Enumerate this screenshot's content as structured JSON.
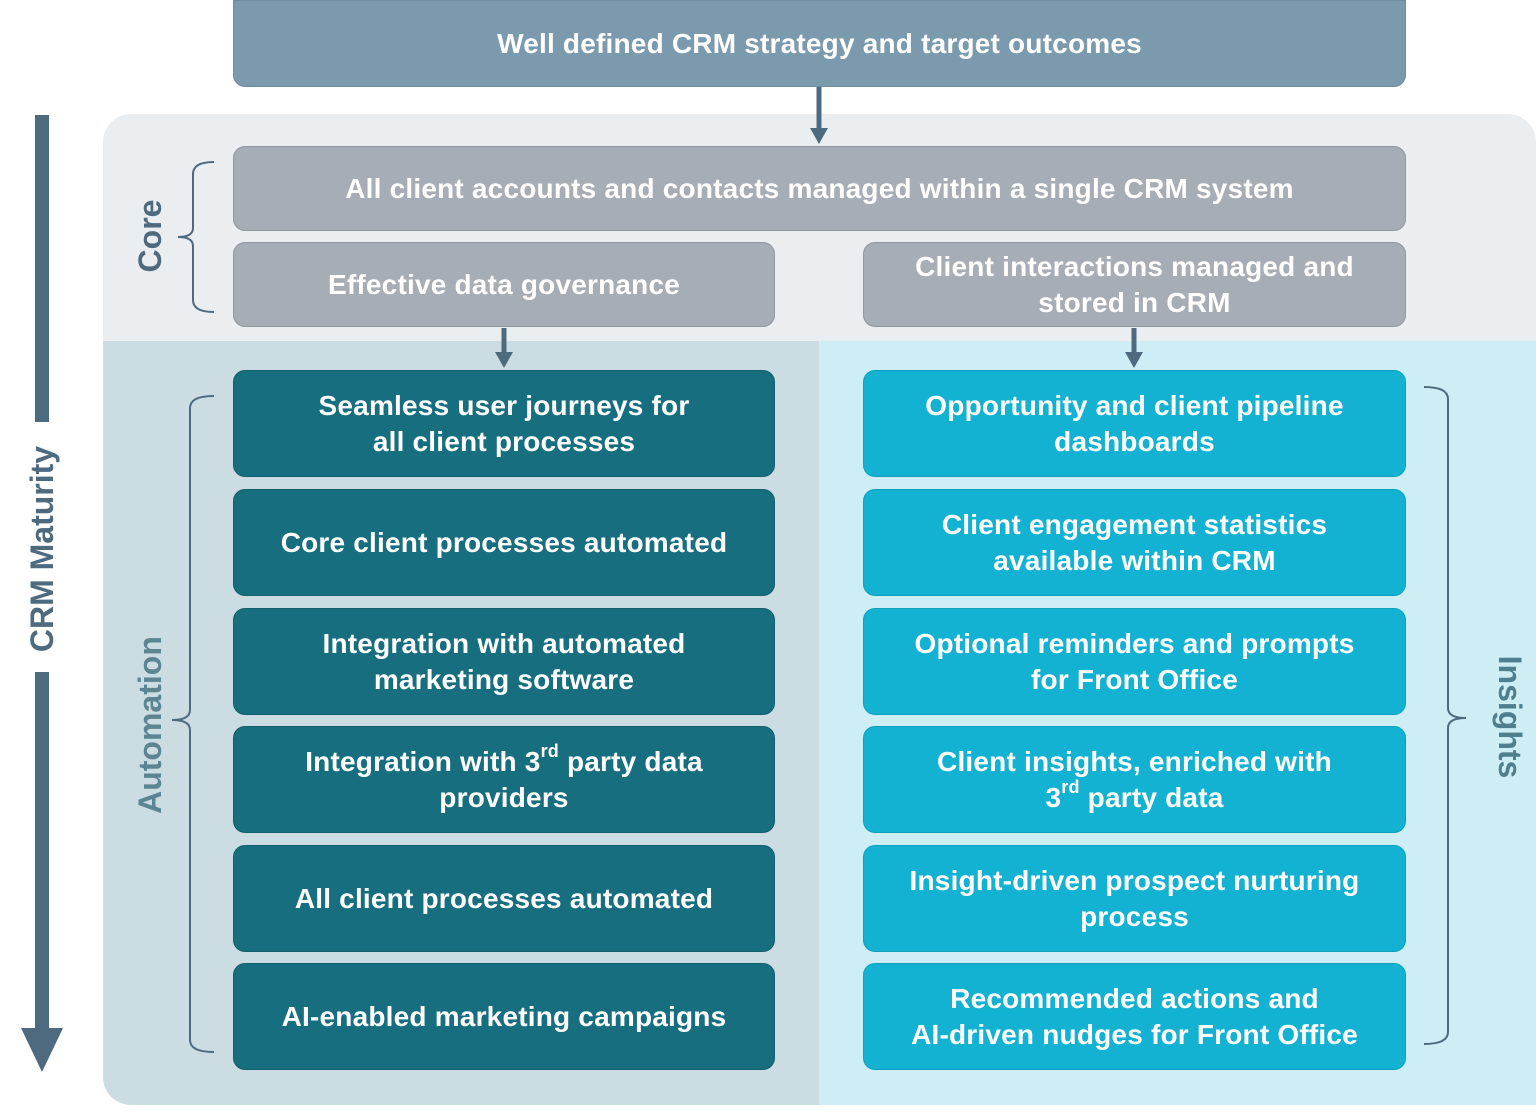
{
  "top": {
    "text": "Well defined CRM strategy and target outcomes"
  },
  "maturity_label": "CRM Maturity",
  "core": {
    "label": "Core",
    "single_system": "All client accounts and contacts managed within a single CRM system",
    "governance": "Effective data governance",
    "interactions_l1": "Client interactions managed and",
    "interactions_l2": "stored in CRM"
  },
  "automation": {
    "label": "Automation",
    "items": [
      {
        "l1": "Seamless user journeys for",
        "l2": "all client processes"
      },
      {
        "l1": "Core client processes automated"
      },
      {
        "l1": "Integration with automated",
        "l2": "marketing software"
      },
      {
        "l1a": "Integration with 3",
        "sup": "rd",
        "l1b": " party data",
        "l2": "providers"
      },
      {
        "l1": "All client processes automated"
      },
      {
        "l1": "AI-enabled marketing campaigns"
      }
    ]
  },
  "insights": {
    "label": "Insights",
    "items": [
      {
        "l1": "Opportunity and client pipeline",
        "l2": "dashboards"
      },
      {
        "l1": "Client engagement statistics",
        "l2": "available within CRM"
      },
      {
        "l1": "Optional reminders and prompts",
        "l2": "for Front Office"
      },
      {
        "l1": "Client insights, enriched with",
        "l2a": "3",
        "sup": "rd",
        "l2b": " party data"
      },
      {
        "l1": "Insight-driven prospect nurturing",
        "l2": "process"
      },
      {
        "l1": "Recommended actions and",
        "l2": "AI-driven nudges for Front Office"
      }
    ]
  },
  "colors": {
    "top": "#7c9aae",
    "core": "#a6adb5",
    "automation": "#176e7f",
    "insights": "#14b2d2",
    "maturity_arrow": "#4e6a7e"
  }
}
